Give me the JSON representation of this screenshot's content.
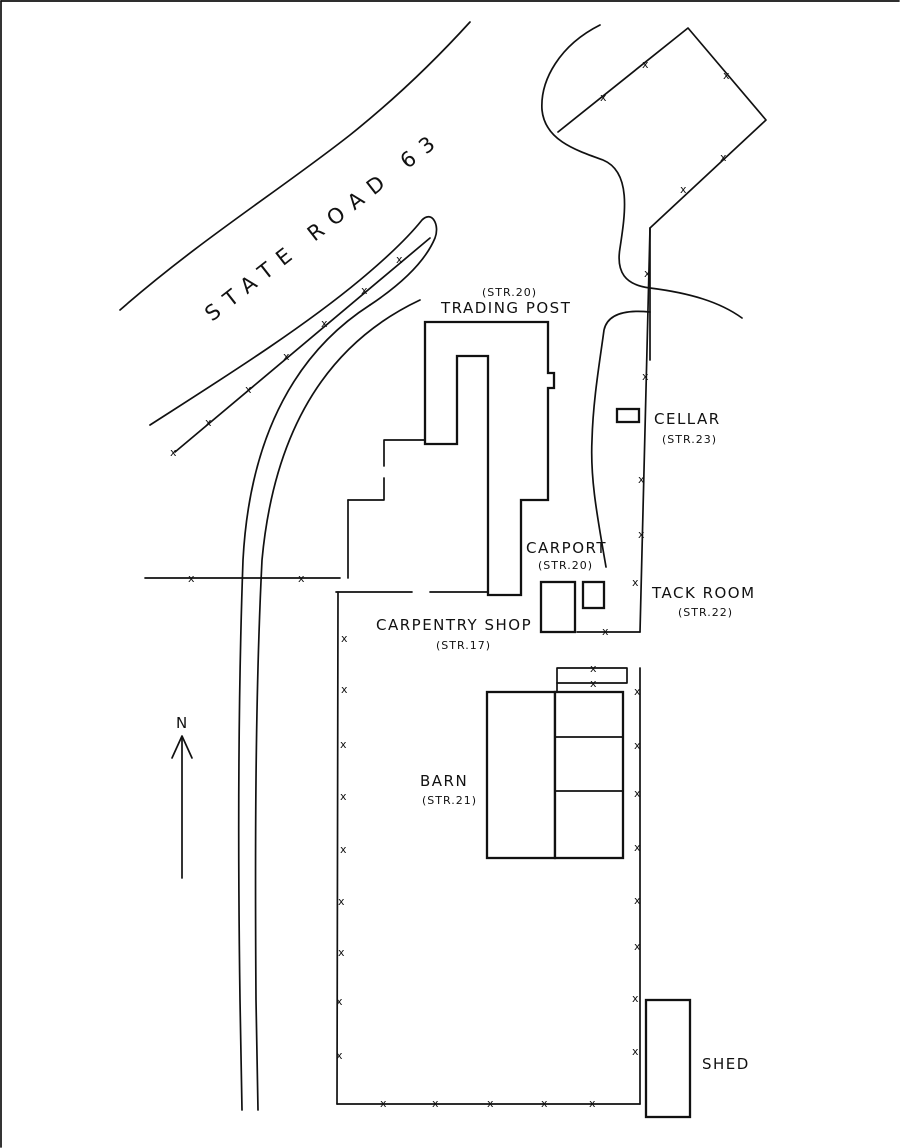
{
  "road": {
    "name": "STATE ROAD 63"
  },
  "north_arrow": {
    "label": "N"
  },
  "trading_post": {
    "label": "TRADING POST",
    "id": "(STR.20)"
  },
  "cellar": {
    "label": "CELLAR",
    "id": "(STR.23)"
  },
  "carport": {
    "label": "CARPORT",
    "id": "(STR.20)"
  },
  "tack_room": {
    "label": "TACK ROOM",
    "id": "(STR.22)"
  },
  "carpentry_shop": {
    "label": "CARPENTRY SHOP",
    "id": "(STR.17)"
  },
  "barn": {
    "label": "BARN",
    "id": "(STR.21)"
  },
  "shed": {
    "label": "SHED"
  },
  "fence_marker": "x",
  "colors": {
    "ink": "#111111",
    "paper": "#ffffff"
  }
}
